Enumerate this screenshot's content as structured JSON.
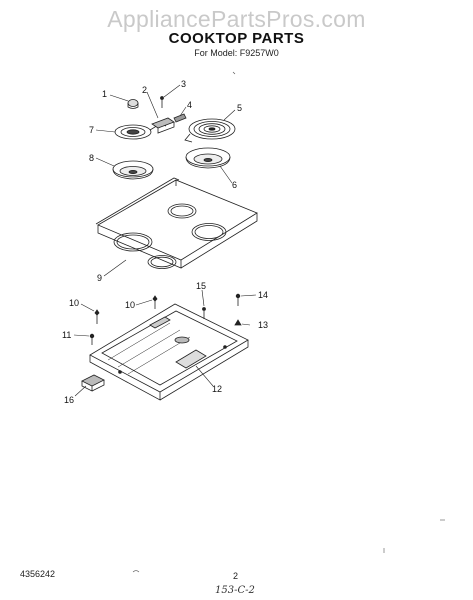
{
  "watermark": "AppliancePartsPros.com",
  "header": {
    "title": "COOKTOP PARTS",
    "subtitle": "For Model: F9257W0"
  },
  "callouts": [
    "1",
    "2",
    "3",
    "4",
    "5",
    "6",
    "7",
    "8",
    "9",
    "10",
    "10",
    "11",
    "12",
    "13",
    "14",
    "15",
    "16"
  ],
  "footer": {
    "part_number": "4356242",
    "page_number": "2",
    "handwritten_note": "153-C-2"
  }
}
